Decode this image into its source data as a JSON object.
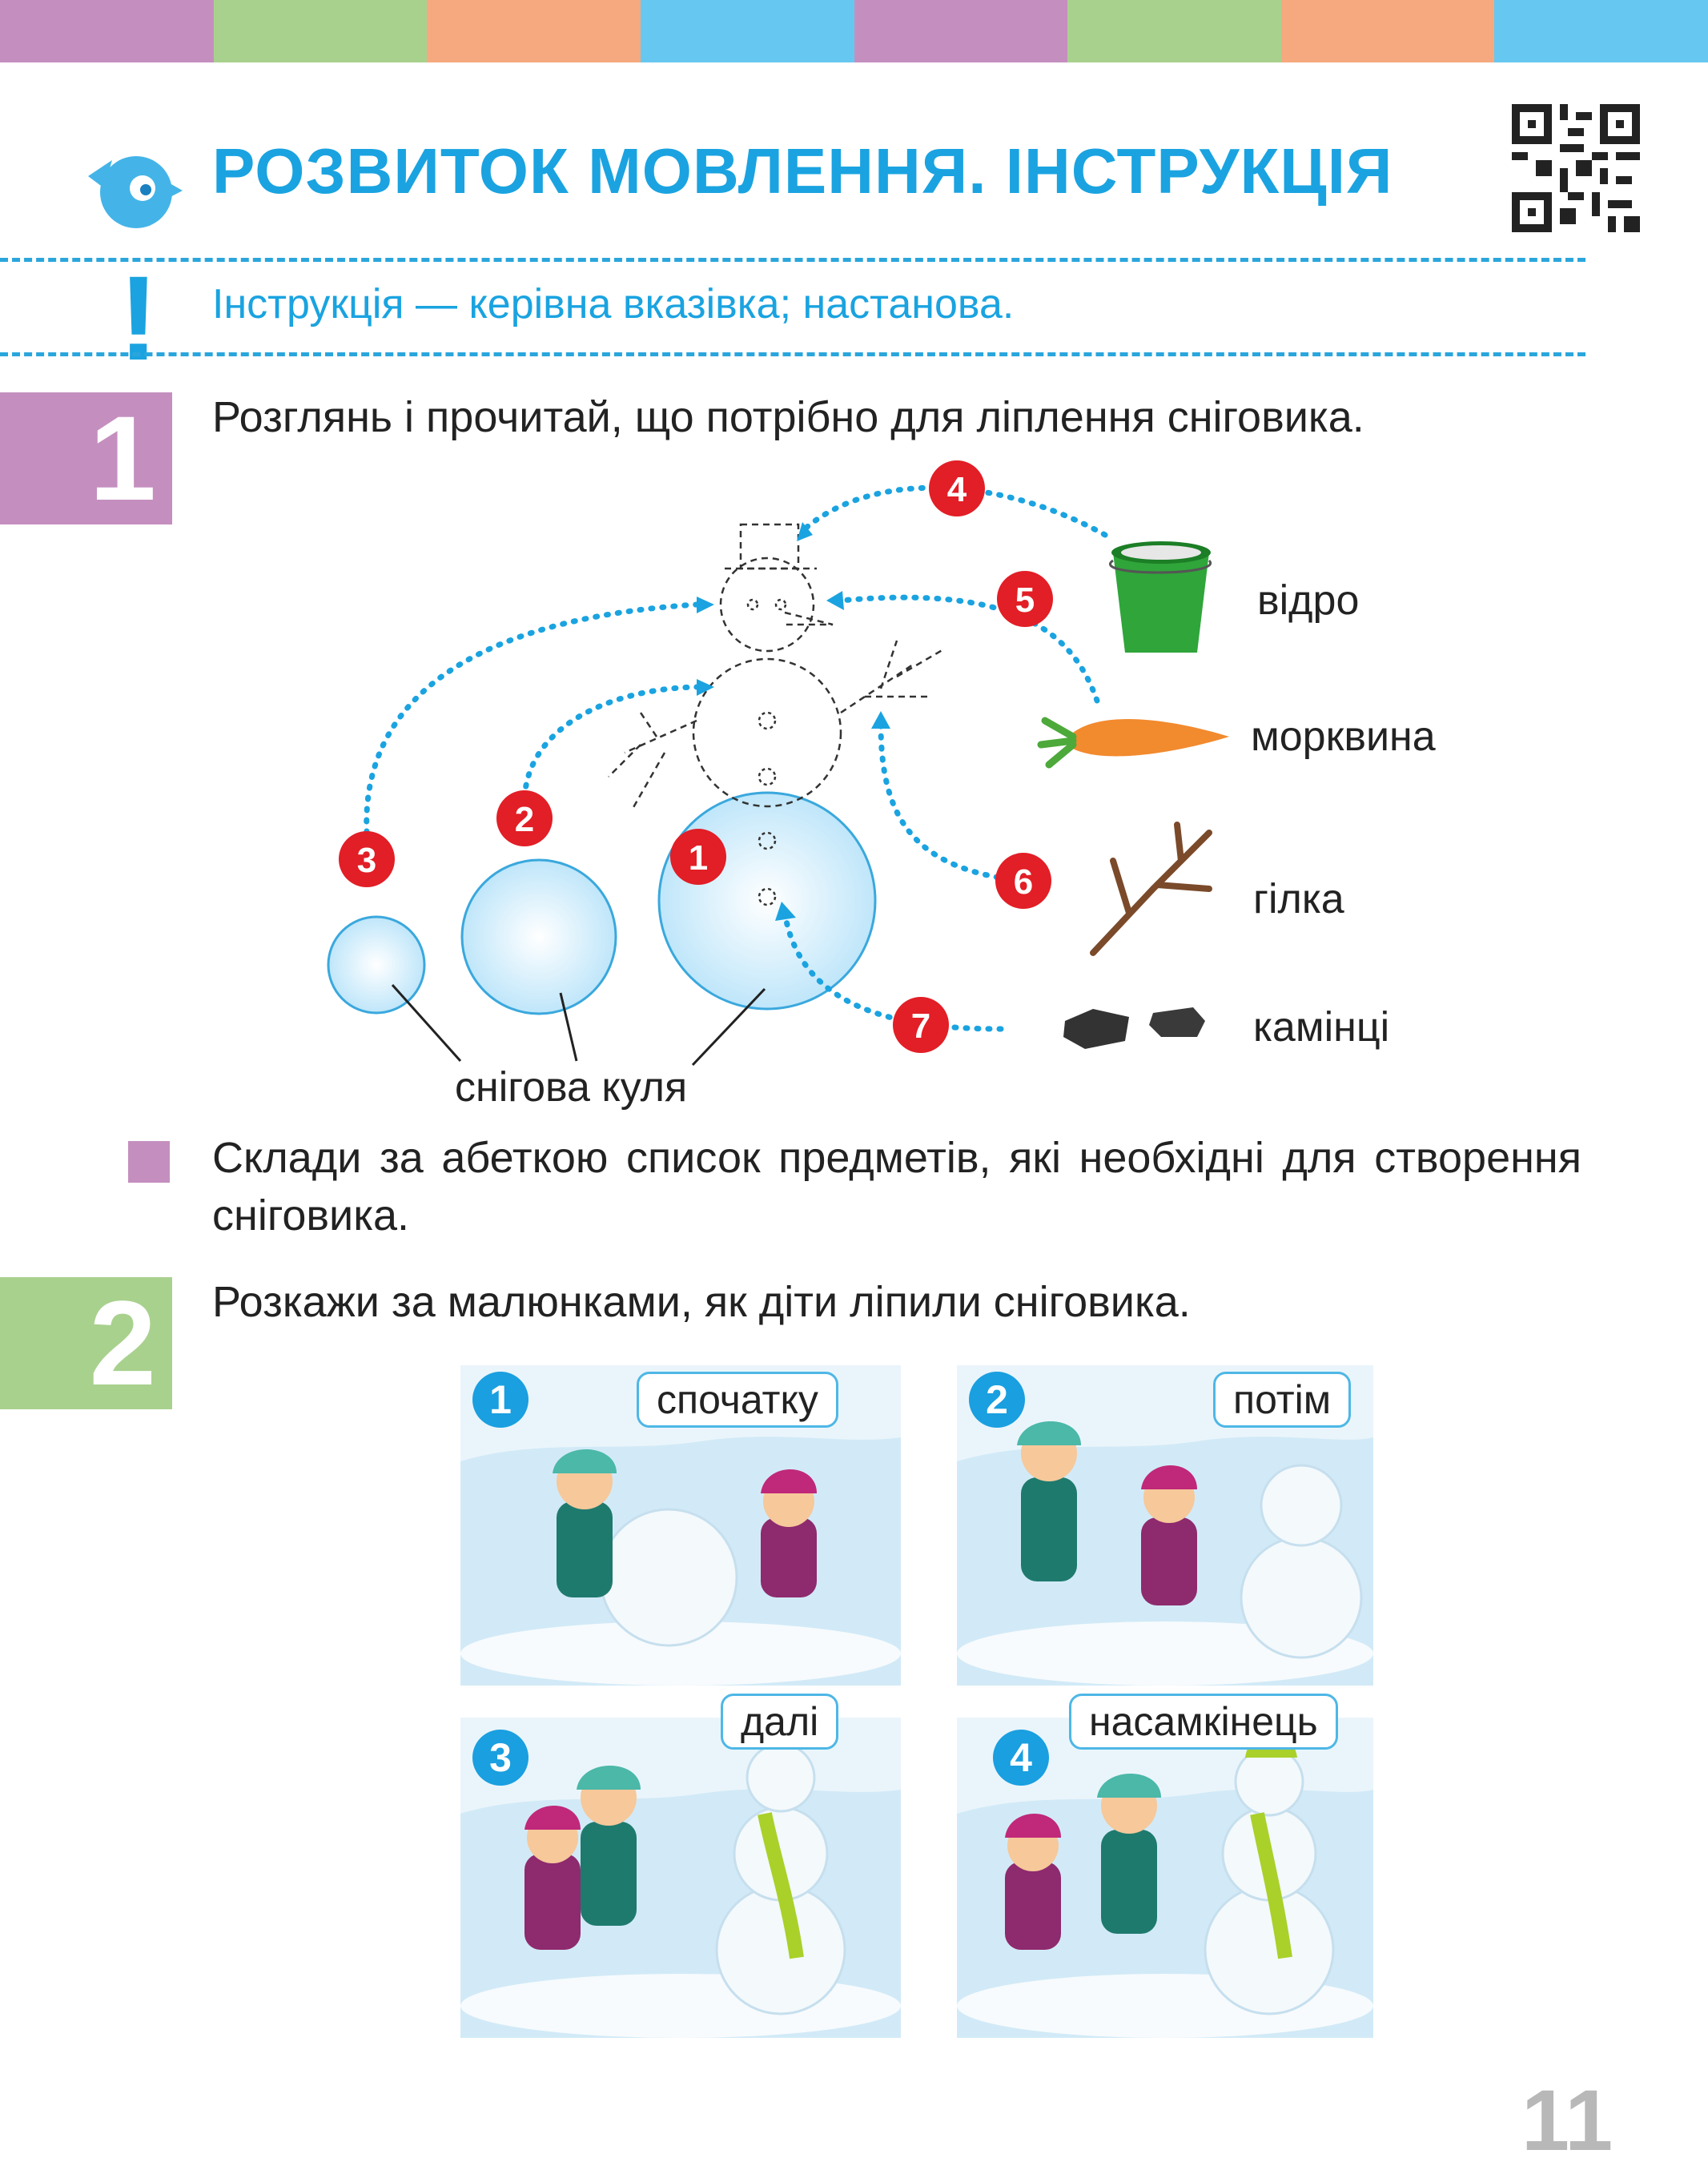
{
  "header": {
    "stripe_colors": [
      "#c48fbf",
      "#a9d18e",
      "#f6a97e",
      "#66c8f0",
      "#c48fbf",
      "#a9d18e",
      "#f6a97e",
      "#66c8f0"
    ],
    "title": "РОЗВИТОК МОВЛЕННЯ. ІНСТРУКЦІЯ",
    "bird_icon": "bird-icon",
    "qr_icon": "qr-code-icon"
  },
  "definition": {
    "mark": "!",
    "text": "Інструкція — керівна вказівка; настанова."
  },
  "task1": {
    "number": "1",
    "color": "#c48fbf",
    "text": "Розглянь і прочитай, що потрібно для ліплення сніговика.",
    "steps": [
      "1",
      "2",
      "3",
      "4",
      "5",
      "6",
      "7"
    ],
    "items": {
      "bucket": "відро",
      "carrot": "морквина",
      "branch": "гілка",
      "stones": "камінці",
      "snowball": "снігова куля"
    }
  },
  "subtask": {
    "text": "Склади за абеткою список предметів, які необхідні для створення сніговика."
  },
  "task2": {
    "number": "2",
    "color": "#a9d18e",
    "text": "Розкажи за малюнками, як діти ліпили сніговика.",
    "panels": [
      {
        "num": "1",
        "label": "спочатку"
      },
      {
        "num": "2",
        "label": "потім"
      },
      {
        "num": "3",
        "label": "далі"
      },
      {
        "num": "4",
        "label": "насамкінець"
      }
    ]
  },
  "page_number": "11"
}
